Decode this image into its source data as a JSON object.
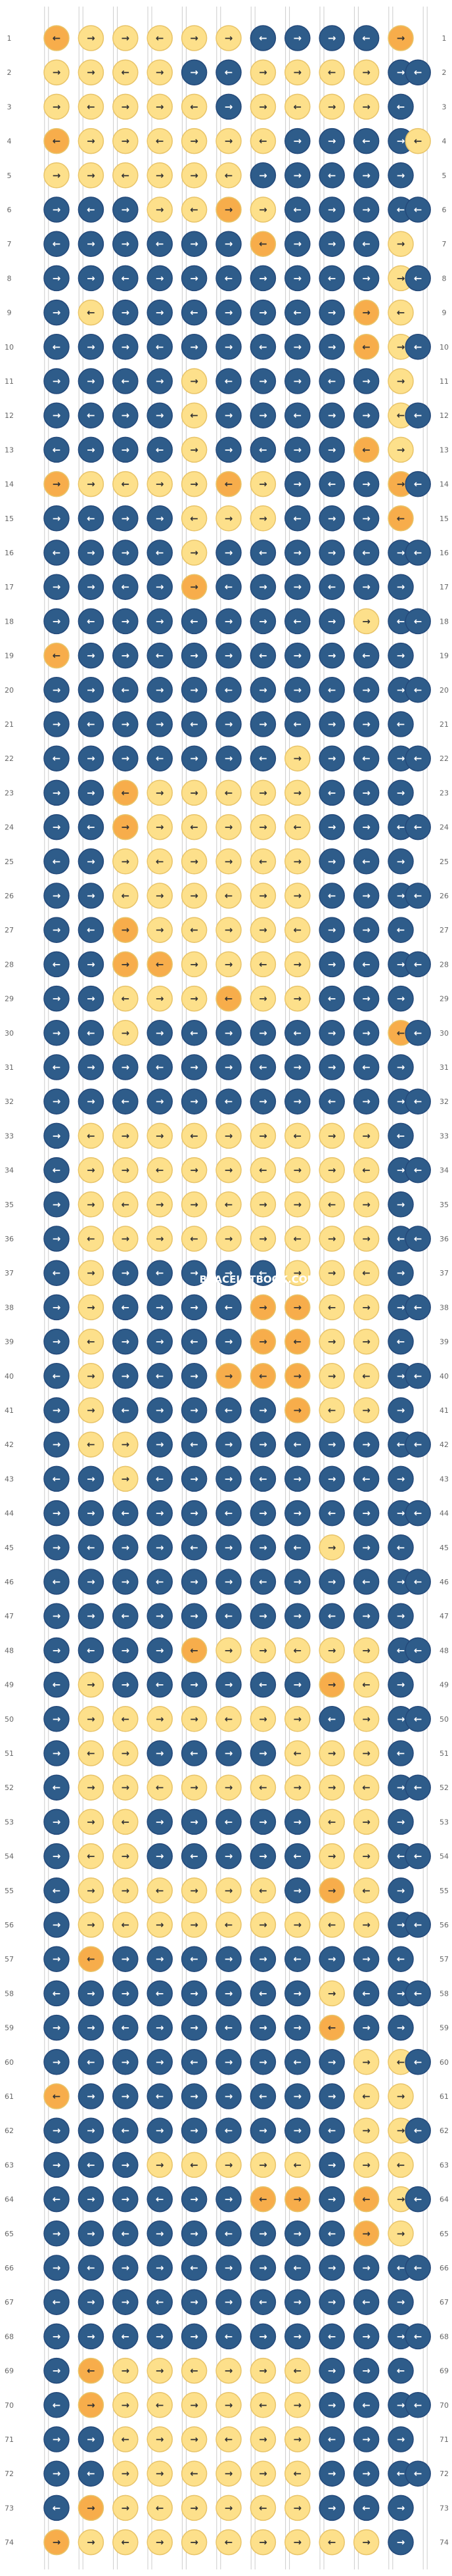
{
  "watermark": "BRACELETBOOK.COM",
  "colors": {
    "A": "#2e5c8a",
    "B": "#fde08b",
    "C": "#f7ad4b",
    "outline": "#24497a",
    "string": "#cccccc"
  },
  "pattern": {
    "strings": 12,
    "rows": 74,
    "start_colors": [
      "C",
      "B",
      "B",
      "B",
      "B",
      "B",
      "B",
      "A",
      "A",
      "A",
      "A",
      "A"
    ],
    "knot_rows": [
      "CBBBBBAAAAC",
      "BBBBAABBBBA",
      "BBBBBABBBBA",
      "CBBBBBBAAAA",
      "BBBBBBAAAAA",
      "AAABBCBAAAA",
      "AAAAAACAAAB",
      "AAAAAAAAAAB",
      "ABAAAAAAACB",
      "AAAAAAAAACB",
      "AAAABAAAAAB",
      "AAAABAAAAAB",
      "AAAABAAAACB",
      "CBBBBCBAAAC",
      "AAAABBBAAAC",
      "AAAABAAAAAA",
      "AAAACAAAAAA",
      "AAAAAAAAABA",
      "CAAAAAAAAAA",
      "AAAAAAAAAAA",
      "AAAAAAAAAAA",
      "AAAAAAABAAA",
      "AACBBBBBAAA",
      "AACBBBBBAAA",
      "AABBBBBBAAA",
      "AABBBBBBAAA",
      "AACBBBBBAAA",
      "AACCBBBBAAA",
      "AABBBCBBAAA",
      "AABAAAAAAAC",
      "AAAAAAAAAAA",
      "AAAAAAAAAAA",
      "ABBBBBBBBBA",
      "ABBBBBBBBBA",
      "ABBBBBBBBBA",
      "ABBBBBBBBBA",
      "ABAAAAABBBA",
      "ABAAAACCBBA",
      "ABAAAACCBBA",
      "ABAAACCCBBA",
      "ABAAAAACBBA",
      "ABBAAAAAAAA",
      "AABAAAAAAAA",
      "AAAAAAAAAAA",
      "AAAAAAAABAA",
      "AAAAAAAAAAA",
      "AAAAAAAAAAA",
      "AAAACBBBBBA",
      "ABAAAAAACBA",
      "ABBBBBBBABA",
      "ABBAAAABBBA",
      "ABBBBBBBBBA",
      "ABBAAAAABBA",
      "ABBAAAAABBA",
      "ABBBBBBACBA",
      "ABBBBBBBBBA",
      "ACAAAAAAAAA",
      "AAAAAAAABAA",
      "AAAAAAAACAA",
      "AAAAAAAAABB",
      "CAAAAAAAABB",
      "AAAAAAAAABB",
      "AAABBBBBABB",
      "AAAAAACCACB",
      "AAAAAAAAACB",
      "AAAAAAAAAAA",
      "AAAAAAAAAAA",
      "AAAAAAAAAAA",
      "ACBBBBBBAAA",
      "ACBBBBBBAAA",
      "AABBBBBBAAA",
      "AABBBBBBAAA",
      "ACBBBBBBAAA",
      "CBBBBBBBBBA"
    ],
    "right_col_rows": [
      2,
      4,
      6,
      8,
      10,
      12,
      14,
      16,
      18,
      20,
      22,
      24,
      26,
      28,
      30,
      32,
      34,
      36,
      38,
      40,
      42,
      44,
      46,
      48,
      50,
      52,
      54,
      56,
      58,
      60,
      62,
      64,
      66,
      68,
      70,
      72
    ],
    "right_col_knots": "ABAAAAAAAAAAAAAAAAAAAAAAAAAAAAAAAAAA"
  }
}
